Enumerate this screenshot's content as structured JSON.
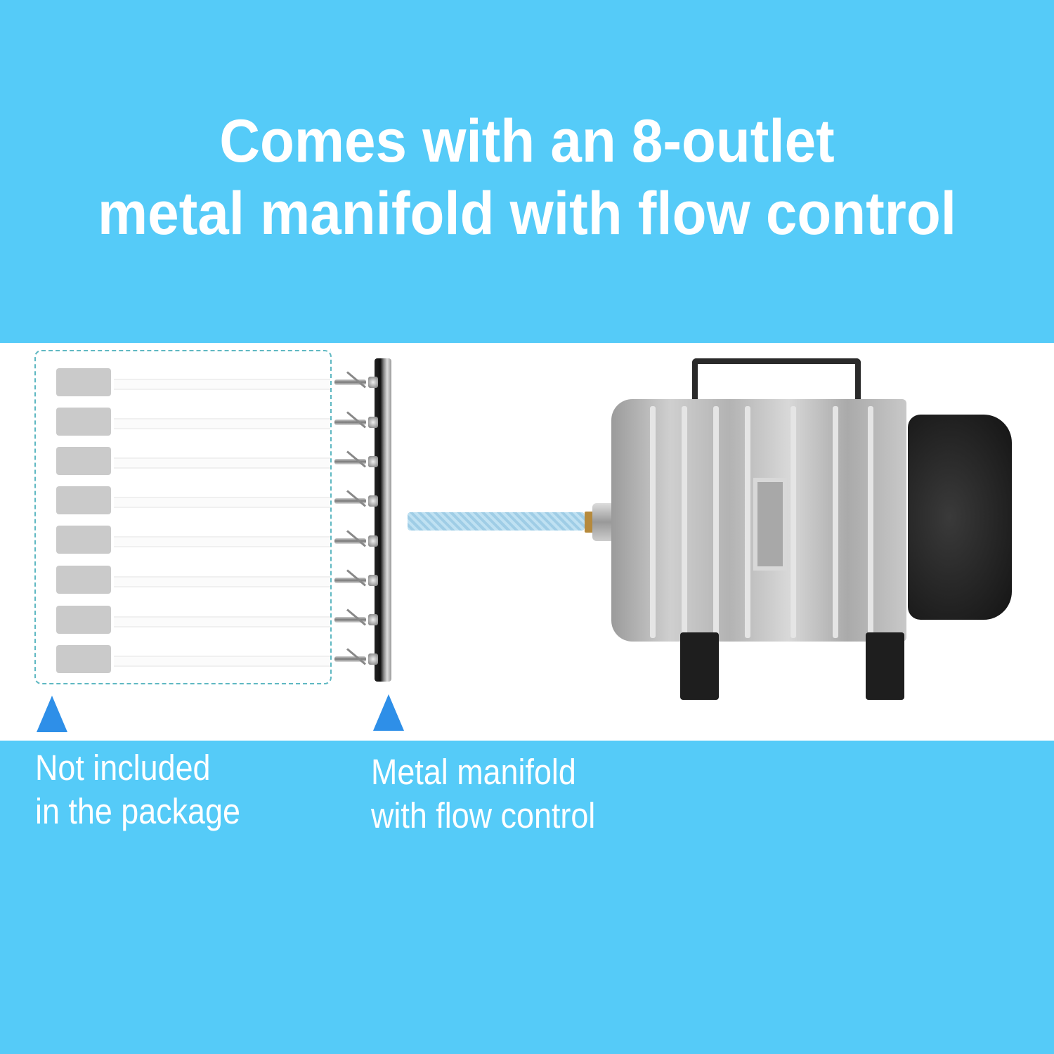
{
  "header": {
    "headline_lines": [
      "Comes with an 8-outlet",
      "metal manifold with flow control"
    ]
  },
  "diagram": {
    "outlet_count": 8,
    "not_included_items": [
      "air stone",
      "air stone",
      "air stone",
      "air stone",
      "air stone",
      "air stone",
      "air stone",
      "air stone"
    ],
    "components": [
      "air-stones-with-tubing",
      "8-outlet-metal-manifold",
      "braided-air-hose",
      "air-pump-compressor"
    ]
  },
  "captions": {
    "not_included": {
      "line1": "Not included",
      "line2": "in the package"
    },
    "manifold": {
      "line1": "Metal manifold",
      "line2": "with flow control"
    }
  },
  "colors": {
    "band_blue": "#55cbf8",
    "arrow_blue": "#2e8fe8",
    "text": "#ffffff",
    "dashed_border": "#5fb8c2"
  }
}
